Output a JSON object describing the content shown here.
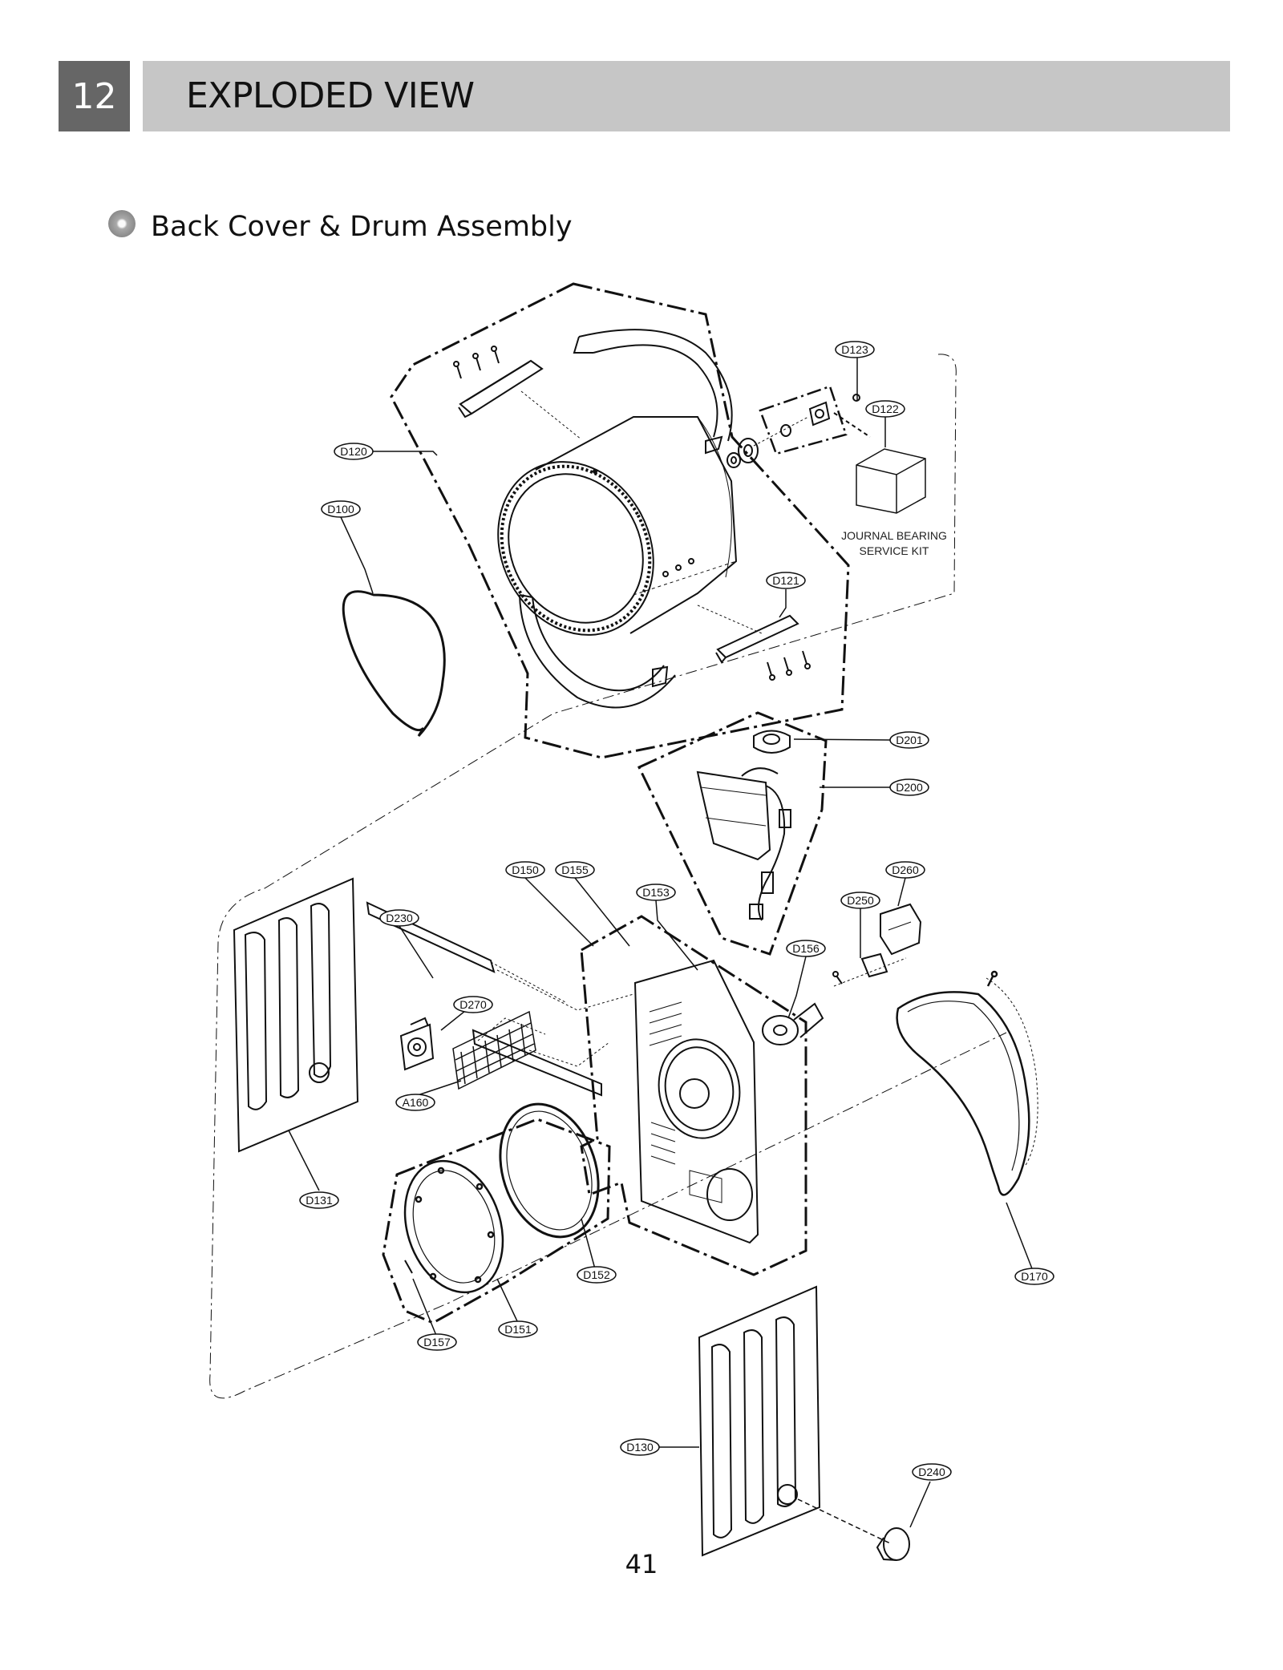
{
  "header": {
    "chapter_number": "12",
    "chapter_title": "EXPLODED VIEW",
    "accent_color": "#666666",
    "bar_color": "#c6c6c6"
  },
  "section": {
    "title": "Back Cover & Drum Assembly"
  },
  "callouts": {
    "D100": "D100",
    "D120": "D120",
    "D121": "D121",
    "D122": "D122",
    "D123": "D123",
    "D130": "D130",
    "D131": "D131",
    "D150": "D150",
    "D151": "D151",
    "D152": "D152",
    "D153": "D153",
    "D155": "D155",
    "D156": "D156",
    "D157": "D157",
    "D170": "D170",
    "D200": "D200",
    "D201": "D201",
    "D230": "D230",
    "D240": "D240",
    "D250": "D250",
    "D260": "D260",
    "D270": "D270",
    "A160": "A160"
  },
  "kit_note": {
    "line1": "JOURNAL BEARING",
    "line2": "SERVICE KIT"
  },
  "footer": {
    "page_number": "41"
  }
}
